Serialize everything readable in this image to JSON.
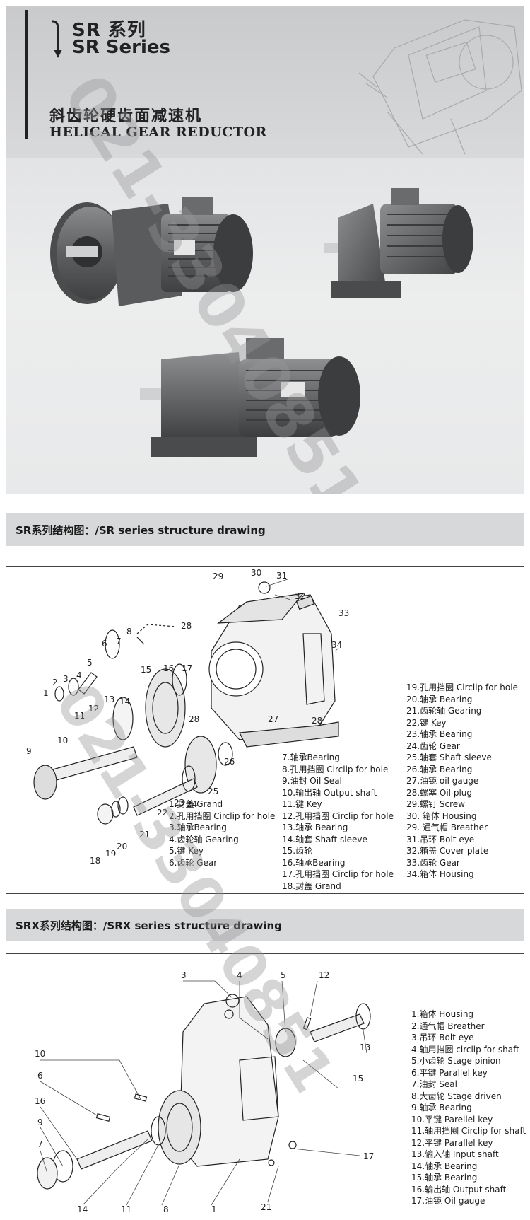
{
  "header": {
    "series_cn": "SR 系列",
    "series_en": "SR Series",
    "title_cn": "斜齿轮硬齿面减速机",
    "title_en": "HELICAL GEAR REDUCTOR",
    "watermark": "021-33040851"
  },
  "section1": {
    "heading": "SR系列结构图：/SR series structure drawing",
    "legend_a": [
      "1.封盖 Grand",
      "2.孔用挡圈 Circlip for hole",
      "3.轴承Bearing",
      "4.齿轮轴 Gearing",
      "5.键 Key",
      "6.齿轮 Gear"
    ],
    "legend_b": [
      "7.轴承Bearing",
      "8.孔用挡圈 Circlip for hole",
      "9.油封 Oil Seal",
      "10.输出轴 Output shaft",
      "11.键 Key",
      "12.孔用挡圈 Circlip for hole",
      "13.轴承 Bearing",
      "14.轴套 Shaft sleeve",
      "15.齿轮",
      "16.轴承Bearing",
      "17.孔用挡圈 Circlip for hole",
      "18.封盖 Grand"
    ],
    "legend_c": [
      "19.孔用挡圈 Circlip for hole",
      "20.轴承 Bearing",
      "21.齿轮轴 Gearing",
      "22.键 Key",
      "23.轴承 Bearing",
      "24.齿轮 Gear",
      "25.轴套 Shaft sleeve",
      "26.轴承 Bearing",
      "27.油镜 oil gauge",
      "28.螺塞 Oil plug",
      "29.螺钉 Screw",
      "30. 箱体 Housing",
      "29. 通气帽 Breather",
      "31.吊环 Bolt eye",
      "32.箱盖 Cover plate",
      "33.齿轮 Gear",
      "34.箱体 Housing"
    ]
  },
  "section2": {
    "heading": "SRX系列结构图：/SRX series structure drawing",
    "legend": [
      "1.箱体 Housing",
      "2.通气帽 Breather",
      "3.吊环 Bolt eye",
      "4.轴用挡圈 circlip for shaft",
      "5.小齿轮 Stage pinion",
      "6.平键 Parallel key",
      "7.油封 Seal",
      "8.大齿轮 Stage driven",
      "9.轴承 Bearing",
      "10.平键 Parellel key",
      "11.轴用挡圈 Circlip for shaft",
      "12.平键 Parallel key",
      "13.输入轴 Input shaft",
      "14.轴承 Bearing",
      "15.轴承 Bearing",
      "16.输出轴 Output shaft",
      "17.油镜 Oil gauge"
    ]
  },
  "drawing1_numbers": [
    "1",
    "2",
    "3",
    "4",
    "5",
    "6",
    "7",
    "8",
    "9",
    "10",
    "11",
    "12",
    "13",
    "14",
    "15",
    "16",
    "17",
    "18",
    "19",
    "20",
    "21",
    "22",
    "23",
    "24",
    "25",
    "26",
    "27",
    "28",
    "28",
    "28",
    "29",
    "30",
    "31",
    "32",
    "33",
    "34"
  ],
  "drawing2_numbers": [
    "1",
    "3",
    "4",
    "5",
    "6",
    "7",
    "8",
    "9",
    "10",
    "11",
    "12",
    "13",
    "14",
    "15",
    "16",
    "17",
    "21"
  ]
}
